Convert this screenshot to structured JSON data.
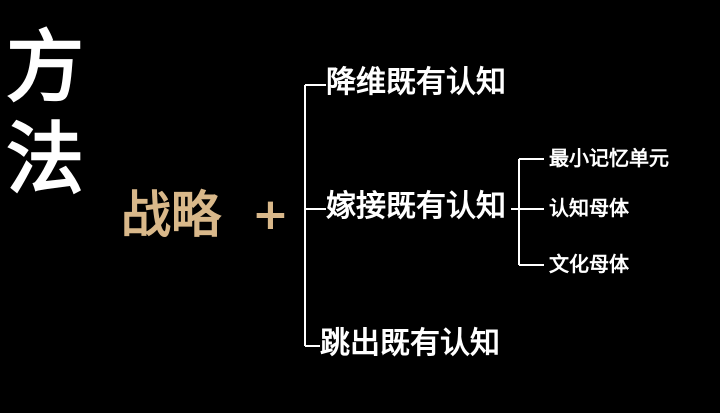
{
  "title": {
    "line1": "方",
    "line2": "法"
  },
  "strategy": {
    "label": "战略",
    "operator": "+"
  },
  "branches": [
    {
      "label": "降维既有认知"
    },
    {
      "label": "嫁接既有认知"
    },
    {
      "label": "跳出既有认知"
    }
  ],
  "sub_branches": [
    {
      "label": "最小记忆单元"
    },
    {
      "label": "认知母体"
    },
    {
      "label": "文化母体"
    }
  ],
  "colors": {
    "background": "#000000",
    "text": "#ffffff",
    "accent": "#d9b88a",
    "connector": "#ffffff"
  }
}
